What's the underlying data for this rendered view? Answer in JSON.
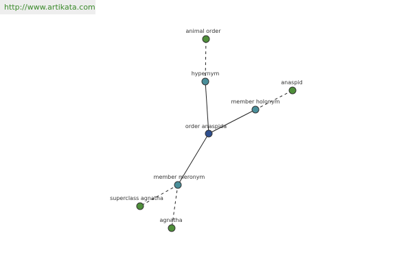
{
  "watermark": {
    "text": "http://www.artikata.com"
  },
  "colors": {
    "center": "#2f4f8f",
    "relation": "#4a8f9a",
    "leaf": "#4f8f3a",
    "edge": "#222222",
    "watermark_text": "#3a8a2a",
    "watermark_bg": "#eeeeee"
  },
  "graph": {
    "nodes": [
      {
        "id": "order-anaspida",
        "label": "order anaspida",
        "kind": "center"
      },
      {
        "id": "hypernym",
        "label": "hypernym",
        "kind": "relation"
      },
      {
        "id": "animal-order",
        "label": "animal order",
        "kind": "leaf"
      },
      {
        "id": "member-holonym",
        "label": "member holonym",
        "kind": "relation"
      },
      {
        "id": "anaspid",
        "label": "anaspid",
        "kind": "leaf"
      },
      {
        "id": "member-meronym",
        "label": "member meronym",
        "kind": "relation"
      },
      {
        "id": "superclass-agnatha",
        "label": "superclass agnatha",
        "kind": "leaf"
      },
      {
        "id": "agnatha",
        "label": "agnatha",
        "kind": "leaf"
      }
    ],
    "edges": [
      {
        "from": "order-anaspida",
        "to": "hypernym",
        "style": "solid"
      },
      {
        "from": "hypernym",
        "to": "animal-order",
        "style": "dashed"
      },
      {
        "from": "order-anaspida",
        "to": "member-holonym",
        "style": "solid"
      },
      {
        "from": "member-holonym",
        "to": "anaspid",
        "style": "dashed"
      },
      {
        "from": "order-anaspida",
        "to": "member-meronym",
        "style": "solid"
      },
      {
        "from": "member-meronym",
        "to": "superclass-agnatha",
        "style": "dashed"
      },
      {
        "from": "member-meronym",
        "to": "agnatha",
        "style": "dashed"
      }
    ]
  }
}
